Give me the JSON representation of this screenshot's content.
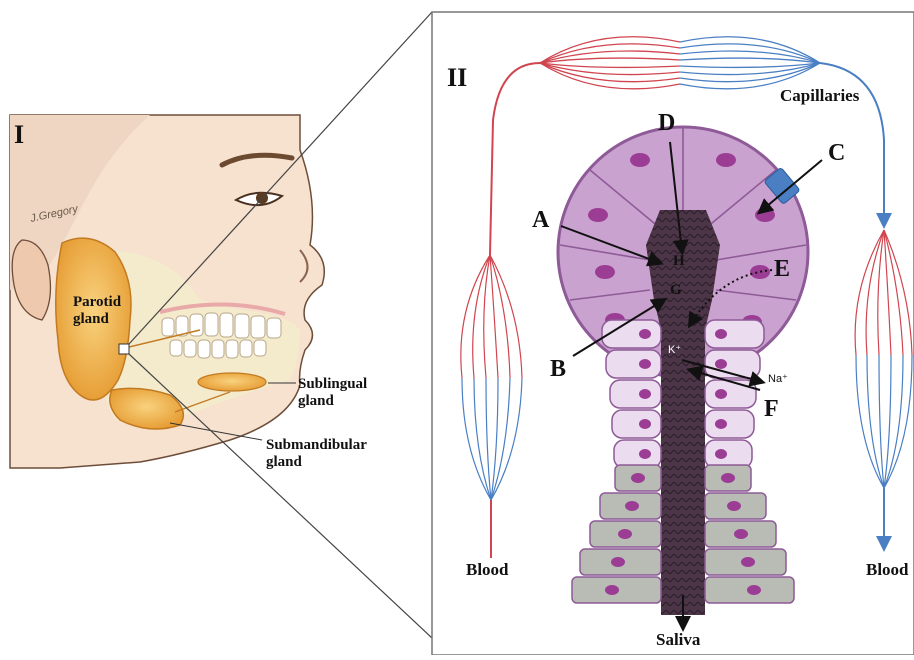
{
  "panels": {
    "left": {
      "numeral": "I",
      "signature": "J.Gregory"
    },
    "right": {
      "numeral": "II"
    }
  },
  "glands": {
    "parotid": "Parotid\ngland",
    "sublingual": "Sublingual\ngland",
    "submandibular": "Submandibular\ngland"
  },
  "labels": {
    "capillaries": "Capillaries",
    "blood_left": "Blood",
    "blood_right": "Blood",
    "saliva": "Saliva",
    "A": "A",
    "B": "B",
    "C": "C",
    "D": "D",
    "E": "E",
    "F": "F",
    "G": "G",
    "H": "H",
    "k_ion": "K⁺",
    "na_ion": "Na⁺"
  },
  "colors": {
    "artery": "#d0454f",
    "vein": "#4a7fc4",
    "acinus_cell": "#c9a2cf",
    "acinus_border": "#8e5a97",
    "nucleus": "#9c3d95",
    "duct_lumen": "#4b3547",
    "striated_cell": "#ecdcef",
    "excretory_cell": "#b9bcb5",
    "gland_orange": "#f2b24a"
  }
}
